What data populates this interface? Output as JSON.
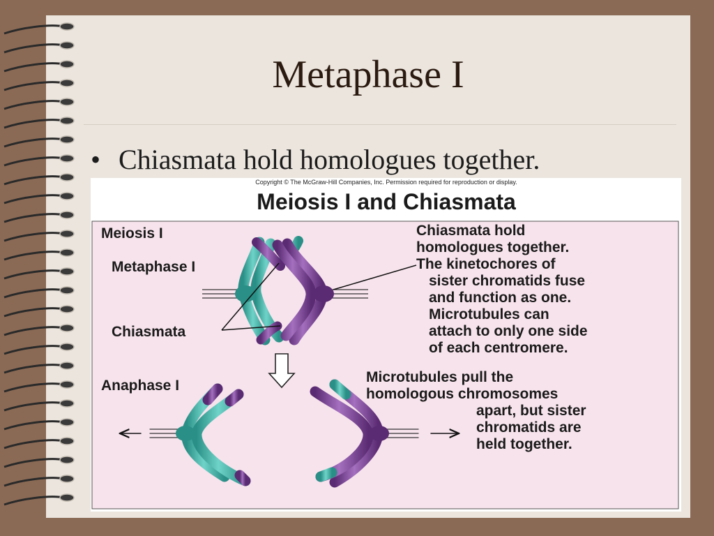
{
  "slide": {
    "title": "Metaphase I",
    "bullet_symbol": "•",
    "bullet_text": "Chiasmata hold homologues together."
  },
  "figure": {
    "copyright": "Copyright © The McGraw-Hill Companies, Inc. Permission required for reproduction or display.",
    "heading": "Meiosis I and Chiasmata",
    "labels": {
      "meiosis_i": "Meiosis I",
      "metaphase_i": "Metaphase I",
      "chiasmata": "Chiasmata",
      "anaphase_i": "Anaphase I"
    },
    "metaphase_text": [
      "Chiasmata hold",
      "homologues together.",
      "The kinetochores of",
      "sister chromatids fuse",
      "and function as one.",
      "Microtubules can",
      "attach to only one side",
      "of each centromere."
    ],
    "anaphase_text": [
      "Microtubules pull the",
      "homologous chromosomes",
      "apart, but sister",
      "chromatids are",
      "held together."
    ]
  },
  "colors": {
    "teal": "#3bb0a6",
    "purple": "#7a3f96",
    "panel_bg": "#f7e3ec",
    "slide_bg": "#ebe5de",
    "frame": "#8b6a55"
  }
}
